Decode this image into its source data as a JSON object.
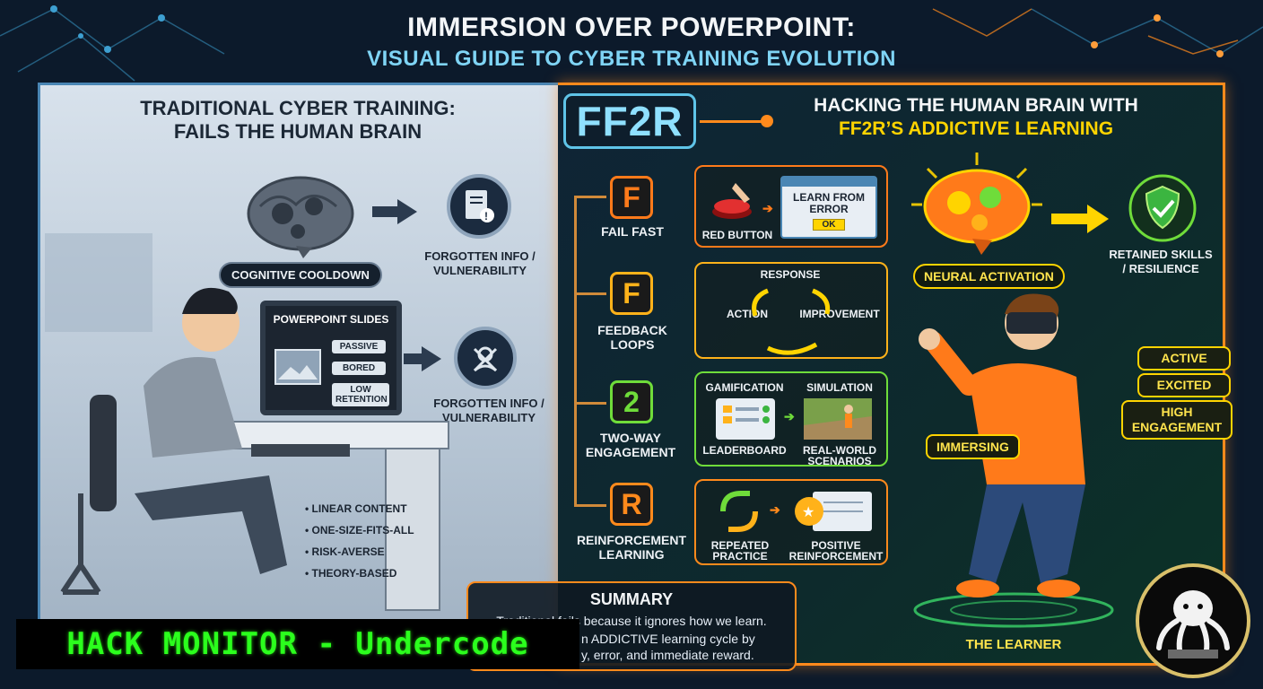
{
  "title": {
    "main": "IMMERSION OVER POWERPOINT:",
    "sub": "VISUAL GUIDE TO CYBER TRAINING EVOLUTION"
  },
  "left": {
    "heading_line1": "TRADITIONAL CYBER TRAINING:",
    "heading_line2": "FAILS THE HUMAN BRAIN",
    "cognitive_label": "COGNITIVE COOLDOWN",
    "outcome1": {
      "line1": "FORGOTTEN INFO /",
      "line2": "VULNERABILITY"
    },
    "outcome2": {
      "line1": "FORGOTTEN INFO /",
      "line2": "VULNERABILITY"
    },
    "monitor": {
      "title": "POWERPOINT SLIDES",
      "tags": [
        "PASSIVE",
        "BORED",
        "LOW RETENTION"
      ]
    },
    "bullets": [
      "LINEAR CONTENT",
      "ONE-SIZE-FITS-ALL",
      "RISK-AVERSE",
      "THEORY-BASED"
    ]
  },
  "right": {
    "logo": "FF2R",
    "heading_line1": "HACKING THE HUMAN BRAIN WITH",
    "heading_line2": "FF2R’S ADDICTIVE LEARNING",
    "steps": [
      {
        "letter": "F",
        "line1": "FAIL FAST",
        "line2": "",
        "color": "#ff7a1a"
      },
      {
        "letter": "F",
        "line1": "FEEDBACK",
        "line2": "LOOPS",
        "color": "#ffb21a"
      },
      {
        "letter": "2",
        "line1": "TWO-WAY",
        "line2": "ENGAGEMENT",
        "color": "#6fdc3a"
      },
      {
        "letter": "R",
        "line1": "REINFORCEMENT",
        "line2": "LEARNING",
        "color": "#ff8a1c"
      }
    ],
    "card1": {
      "button_label": "RED BUTTON",
      "dialog_line1": "LEARN FROM",
      "dialog_line2": "ERROR",
      "dialog_ok": "OK"
    },
    "card2": {
      "top": "RESPONSE",
      "left": "ACTION",
      "right": "IMPROVEMENT"
    },
    "card3": {
      "tl": "GAMIFICATION",
      "tr": "SIMULATION",
      "bl": "LEADERBOARD",
      "br_line1": "REAL-WORLD",
      "br_line2": "SCENARIOS"
    },
    "card4": {
      "left_line1": "REPEATED",
      "left_line2": "PRACTICE",
      "right_line1": "POSITIVE",
      "right_line2": "REINFORCEMENT"
    },
    "neural_label": "NEURAL ACTIVATION",
    "retained": {
      "line1": "RETAINED SKILLS",
      "line2": "/ RESILIENCE"
    },
    "tags": [
      "ACTIVE",
      "EXCITED",
      "HIGH ENGAGEMENT"
    ],
    "immersing": "IMMERSING",
    "learner": "THE LEARNER"
  },
  "summary": {
    "title": "SUMMARY",
    "line1": "Traditional fails because it ignores how we learn.",
    "line2": "n ADDICTIVE learning cycle by",
    "line3": "y, error, and immediate reward."
  },
  "watermark": "HACK MONITOR - Undercode",
  "colors": {
    "accent_orange": "#ff8a1c",
    "accent_yellow": "#ffd400",
    "accent_green": "#2bff1d",
    "accent_blue": "#7fd4f5"
  }
}
